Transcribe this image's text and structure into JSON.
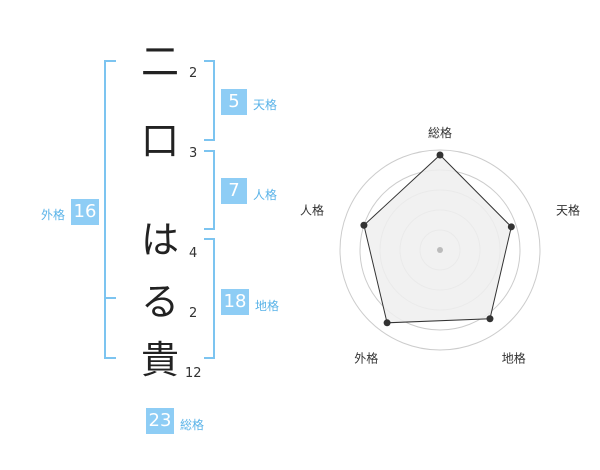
{
  "name_chars": [
    {
      "char": "二",
      "strokes": "2"
    },
    {
      "char": "口",
      "strokes": "3"
    },
    {
      "char": "は",
      "strokes": "4"
    },
    {
      "char": "る",
      "strokes": "2"
    },
    {
      "char": "貴",
      "strokes": "12"
    }
  ],
  "fortune": {
    "tenkaku": {
      "value": "5",
      "label": "天格"
    },
    "jinkaku": {
      "value": "7",
      "label": "人格"
    },
    "chikaku": {
      "value": "18",
      "label": "地格"
    },
    "gaikaku": {
      "value": "16",
      "label": "外格"
    },
    "soukaku": {
      "value": "23",
      "label": "総格"
    }
  },
  "radar": {
    "axes": [
      "総格",
      "天格",
      "地格",
      "外格",
      "人格"
    ],
    "levels": [
      0.95,
      0.75,
      0.85,
      0.9,
      0.8
    ],
    "colors": {
      "fill": "#efefef",
      "line": "#333333",
      "grid": "#cccccc",
      "point": "#333333",
      "center": "#bbbbbb"
    }
  },
  "colors": {
    "accent": "#8ecdf5",
    "bracket": "#7cc4f0",
    "label": "#5ab3e8"
  }
}
